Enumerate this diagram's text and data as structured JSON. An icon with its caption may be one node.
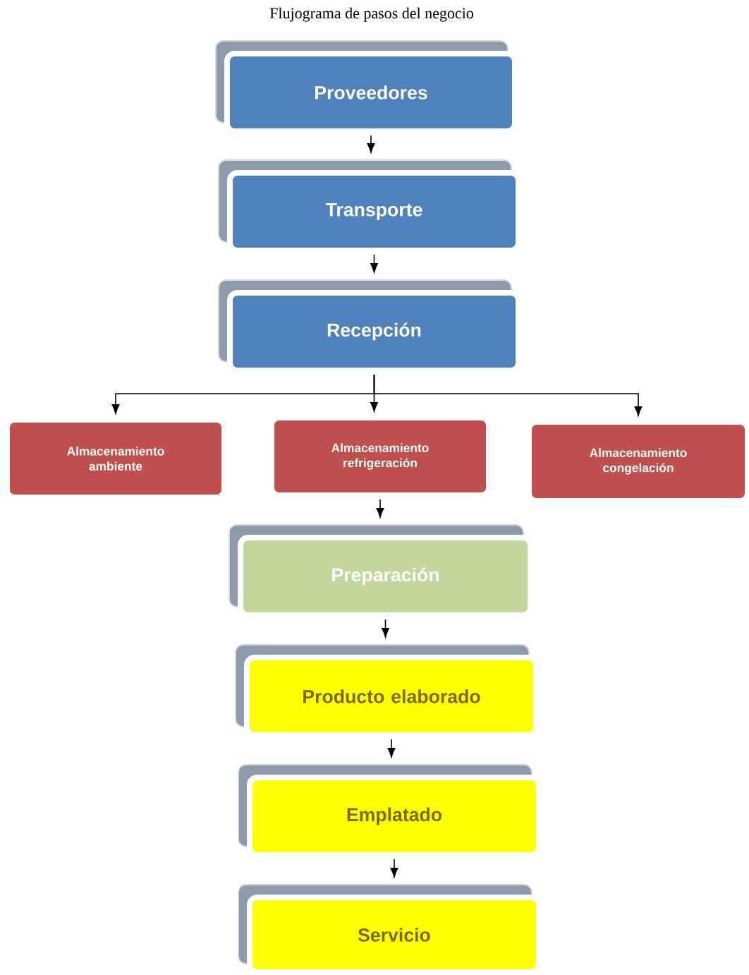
{
  "diagram": {
    "title": "Flujograma de pasos del negocio",
    "nodes": [
      {
        "text": [
          "Proveedores"
        ]
      },
      {
        "text": [
          "Transporte"
        ]
      },
      {
        "text": [
          "Recepción"
        ]
      },
      {
        "text": [
          "Almacenamiento ambiente"
        ]
      },
      {
        "text": [
          "Almacenamiento refrigeración"
        ]
      },
      {
        "text": [
          "Almacenamiento congelación"
        ]
      },
      {
        "text": [
          "Preparación"
        ]
      },
      {
        "text": [
          "Producto elaborado"
        ]
      },
      {
        "text": [
          "Emplatado"
        ]
      },
      {
        "text": [
          "Servicio"
        ]
      }
    ],
    "edges": [
      {
        "from": 0,
        "to": 1,
        "arrow": "to"
      },
      {
        "from": 1,
        "to": 2,
        "arrow": "to"
      },
      {
        "from": 2,
        "to": 3,
        "arrow": "to"
      },
      {
        "from": 2,
        "to": 4,
        "arrow": "to"
      },
      {
        "from": 2,
        "to": 5,
        "arrow": "to"
      },
      {
        "from": 4,
        "to": 6,
        "arrow": "to"
      },
      {
        "from": 6,
        "to": 7,
        "arrow": "to"
      },
      {
        "from": 7,
        "to": 8,
        "arrow": "to"
      },
      {
        "from": 8,
        "to": 9,
        "arrow": "to"
      }
    ]
  }
}
